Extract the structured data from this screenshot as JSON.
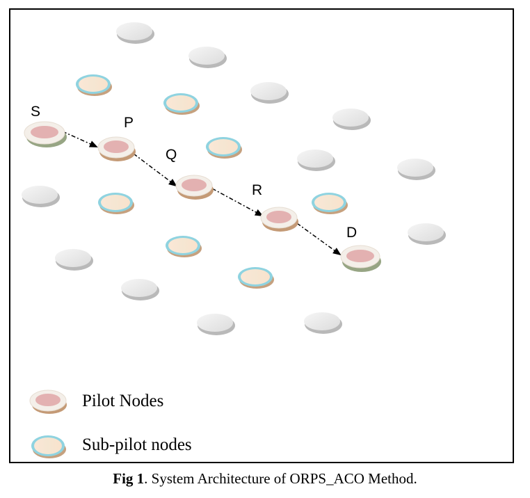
{
  "nodes": {
    "path": [
      {
        "label": "S",
        "kind": "endpoint"
      },
      {
        "label": "P",
        "kind": "pilot"
      },
      {
        "label": "Q",
        "kind": "pilot"
      },
      {
        "label": "R",
        "kind": "pilot"
      },
      {
        "label": "D",
        "kind": "endpoint"
      }
    ]
  },
  "legend": {
    "pilot_label": "Pilot Nodes",
    "subpilot_label": "Sub-pilot nodes"
  },
  "caption": {
    "prefix": "Fig 1",
    "text": ". System Architecture of ORPS_ACO Method."
  },
  "colors": {
    "pilot_core": "#e3b1b1",
    "pilot_base": "#c49a76",
    "endpoint_base": "#97a584",
    "subpilot_ring": "#8fd3e0",
    "subpilot_core": "#f9e3cf",
    "plain_node": "#d4d4d4",
    "frame": "#000000"
  }
}
